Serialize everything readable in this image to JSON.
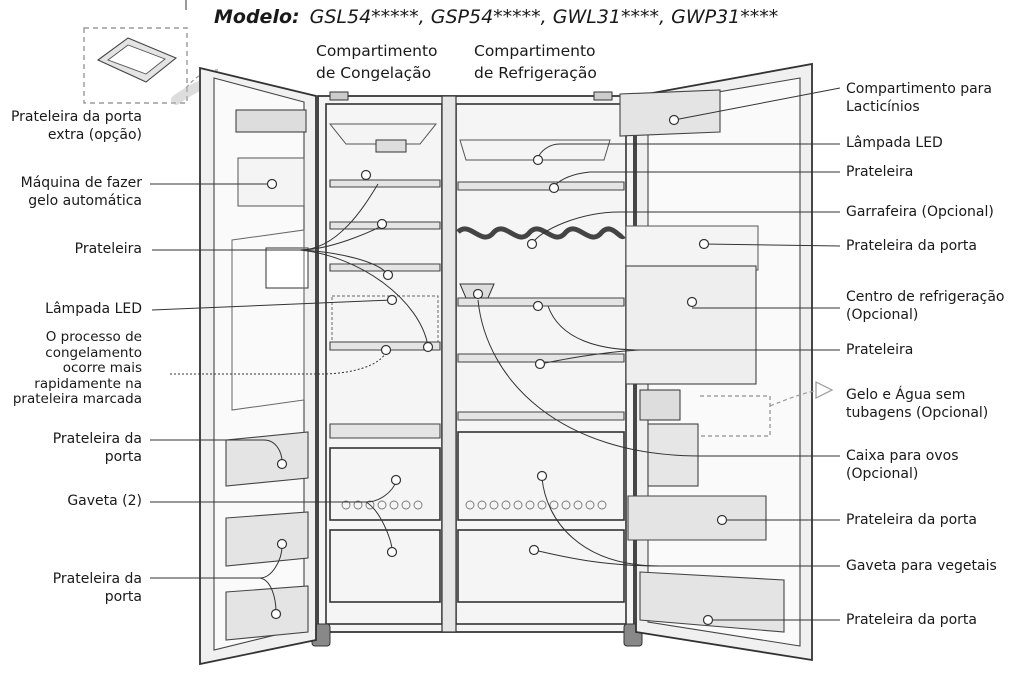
{
  "model": {
    "prefix": "Modelo:",
    "codes": "GSL54*****, GSP54*****, GWL31****, GWP31****"
  },
  "headers": {
    "freezer_line1": "Compartimento",
    "freezer_line2": "de Congelação",
    "fridge_line1": "Compartimento",
    "fridge_line2": "de Refrigeração"
  },
  "left_labels": {
    "extra_shelf_1": "Prateleira da porta",
    "extra_shelf_2": "extra (opção)",
    "icemaker_1": "Máquina de fazer",
    "icemaker_2": "gelo automática",
    "shelf": "Prateleira",
    "led": "Lâmpada LED",
    "fast_1": "O processo de",
    "fast_2": "congelamento",
    "fast_3": "ocorre mais",
    "fast_4": "rapidamente na",
    "fast_5": "prateleira marcada",
    "door_shelf_a1": "Prateleira da",
    "door_shelf_a2": "porta",
    "drawer": "Gaveta (2)",
    "door_shelf_b1": "Prateleira da",
    "door_shelf_b2": "porta"
  },
  "right_labels": {
    "dairy_1": "Compartimento para",
    "dairy_2": "Lacticínios",
    "led": "Lâmpada LED",
    "shelf_top": "Prateleira",
    "wine": "Garrafeira (Opcional)",
    "door_shelf_1": "Prateleira da porta",
    "cooling_1": "Centro de refrigeração",
    "cooling_2": "(Opcional)",
    "shelf_mid": "Prateleira",
    "ice_1": "Gelo e Água sem",
    "ice_2": "tubagens (Opcional)",
    "egg_1": "Caixa para ovos",
    "egg_2": "(Opcional)",
    "door_shelf_2": "Prateleira da porta",
    "veg": "Gaveta para vegetais",
    "door_shelf_3": "Prateleira da porta"
  },
  "colors": {
    "line": "#333333",
    "shelf": "#dcdcdc",
    "cabinet": "#f2f2f2"
  }
}
